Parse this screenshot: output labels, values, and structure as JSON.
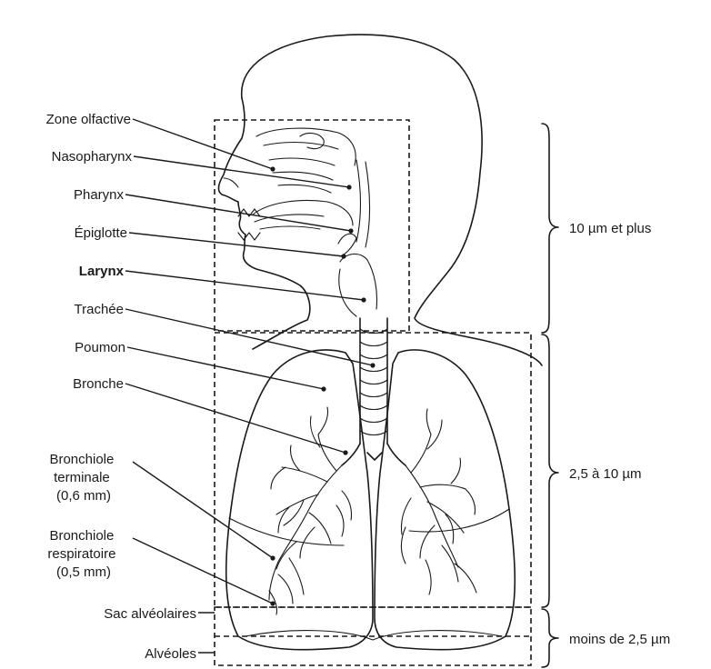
{
  "labels": {
    "zone_olfactive": "Zone olfactive",
    "nasopharynx": "Nasopharynx",
    "pharynx": "Pharynx",
    "epiglotte": "Épiglotte",
    "larynx": "Larynx",
    "trachee": "Trachée",
    "poumon": "Poumon",
    "bronche": "Bronche",
    "bronchiole_terminale": [
      "Bronchiole",
      "terminale",
      "(0,6 mm)"
    ],
    "bronchiole_respiratoire": [
      "Bronchiole",
      "respiratoire",
      "(0,5 mm)"
    ],
    "sac_alveolaires": "Sac alvéolaires",
    "alveoles": "Alvéoles"
  },
  "ranges": {
    "upper": "10 µm et plus",
    "middle": "2,5 à 10 µm",
    "lower": "moins de 2,5 µm"
  }
}
